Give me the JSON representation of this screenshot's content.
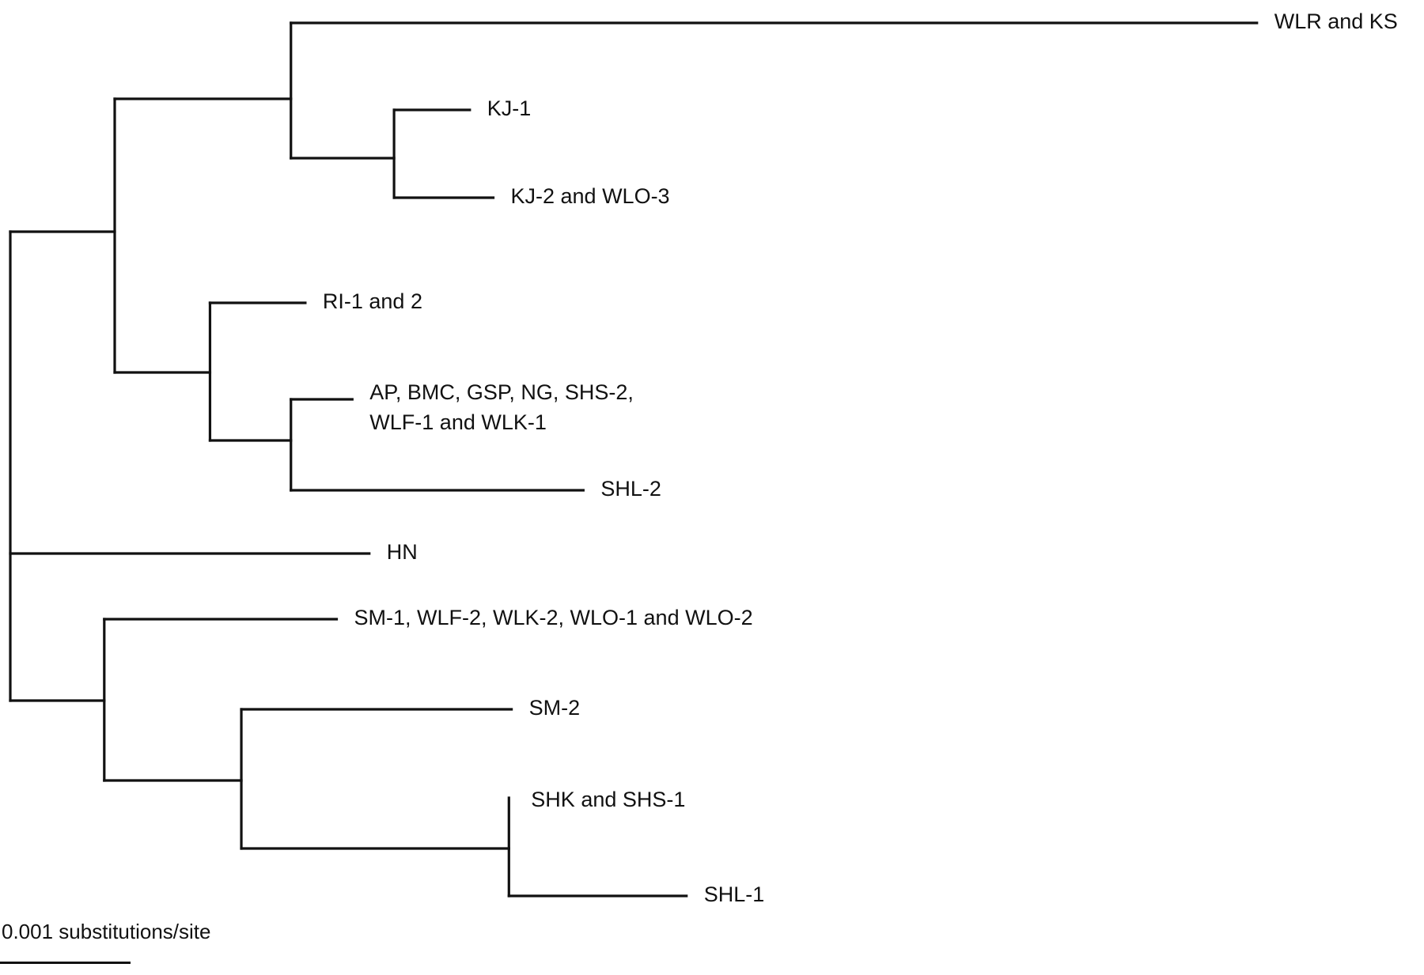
{
  "figure": {
    "type": "phylogenetic-tree",
    "line_color": "#111111",
    "scale": {
      "label": "0.001 substitutions/site",
      "length": 0.001
    },
    "tree": {
      "id": "root",
      "children": [
        {
          "id": "n-upper",
          "length": 0.0008,
          "children": [
            {
              "id": "n-a",
              "length": 0.00135,
              "children": [
                {
                  "id": "wlr-ks",
                  "label": "WLR and KS",
                  "length": 0.0074
                },
                {
                  "id": "n-kj",
                  "length": 0.00079,
                  "children": [
                    {
                      "id": "kj-1",
                      "label": "KJ-1",
                      "length": 0.00058
                    },
                    {
                      "id": "kj-2-wlo-3",
                      "label": "KJ-2 and WLO-3",
                      "length": 0.00076
                    }
                  ]
                }
              ]
            },
            {
              "id": "n-b",
              "length": 0.00073,
              "children": [
                {
                  "id": "ri-1-2",
                  "label": "RI-1 and 2",
                  "length": 0.00073
                },
                {
                  "id": "n-c",
                  "length": 0.00062,
                  "children": [
                    {
                      "id": "ap-group",
                      "label": [
                        "AP, BMC, GSP, NG, SHS-2,",
                        "WLF-1 and WLK-1"
                      ],
                      "length": 0.00047
                    },
                    {
                      "id": "shl-2",
                      "label": "SHL-2",
                      "length": 0.00224
                    }
                  ]
                }
              ]
            }
          ]
        },
        {
          "id": "hn",
          "label": "HN",
          "length": 0.00275
        },
        {
          "id": "n-lower",
          "length": 0.00072,
          "children": [
            {
              "id": "sm-1-group",
              "label": "SM-1, WLF-2, WLK-2, WLO-1 and WLO-2",
              "length": 0.00178
            },
            {
              "id": "n-d",
              "length": 0.00105,
              "children": [
                {
                  "id": "sm-2",
                  "label": "SM-2",
                  "length": 0.00207
                },
                {
                  "id": "n-e",
                  "length": 0.00205,
                  "children": [
                    {
                      "id": "shk-shs-1",
                      "label": "SHK and SHS-1",
                      "length": 0
                    },
                    {
                      "id": "shl-1",
                      "label": "SHL-1",
                      "length": 0.00136
                    }
                  ]
                }
              ]
            }
          ]
        }
      ]
    }
  }
}
